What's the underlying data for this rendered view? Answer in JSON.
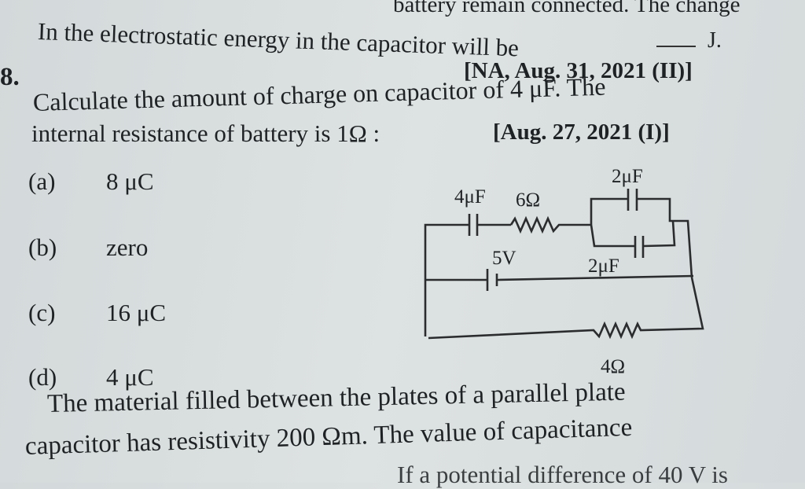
{
  "prev_question": {
    "line1_left": "In the electrostatic energy in the capacitor will be",
    "line1_right": "battery remain connected. The change",
    "blank_unit": "J.",
    "source": "[NA, Aug. 31, 2021 (II)]"
  },
  "question": {
    "number": "8.",
    "line1": "Calculate the amount of charge on capacitor of 4 μF. The",
    "line2": "internal resistance of battery is 1Ω :",
    "source": "[Aug. 27, 2021 (I)]",
    "options": [
      {
        "label": "(a)",
        "text": "8 μC"
      },
      {
        "label": "(b)",
        "text": "zero"
      },
      {
        "label": "(c)",
        "text": "16 μC"
      },
      {
        "label": "(d)",
        "text": "4 μC"
      }
    ]
  },
  "circuit": {
    "c1": "4μF",
    "r1": "6Ω",
    "c2": "2μF",
    "c3": "2μF",
    "battery": "5V",
    "r2": "4Ω"
  },
  "next_question": {
    "line1": "The material filled between the plates of a parallel plate",
    "line2": "capacitor has resistivity 200 Ωm. The value of capacitance",
    "line3": "If a potential difference of 40 V is"
  }
}
